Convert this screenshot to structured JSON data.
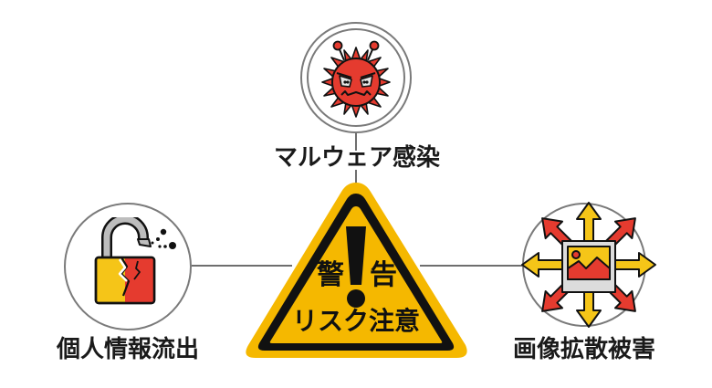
{
  "center": {
    "title_left": "警",
    "title_right": "告",
    "subtitle": "リスク注意",
    "icon": "warning-triangle-icon",
    "fill_color": "#F5B800",
    "border_color": "#111111"
  },
  "nodes": [
    {
      "id": "malware",
      "label": "マルウェア感染",
      "icon": "virus-icon",
      "position": "top"
    },
    {
      "id": "data-leak",
      "label": "個人情報流出",
      "icon": "broken-padlock-icon",
      "position": "left"
    },
    {
      "id": "image-spread",
      "label": "画像拡散被害",
      "icon": "image-spread-arrows-icon",
      "position": "right"
    }
  ],
  "colors": {
    "red": "#E53B2F",
    "yellow": "#F5C518",
    "line": "#6E6E6E",
    "ring": "#7A7A7A",
    "text": "#1A1A1A"
  }
}
